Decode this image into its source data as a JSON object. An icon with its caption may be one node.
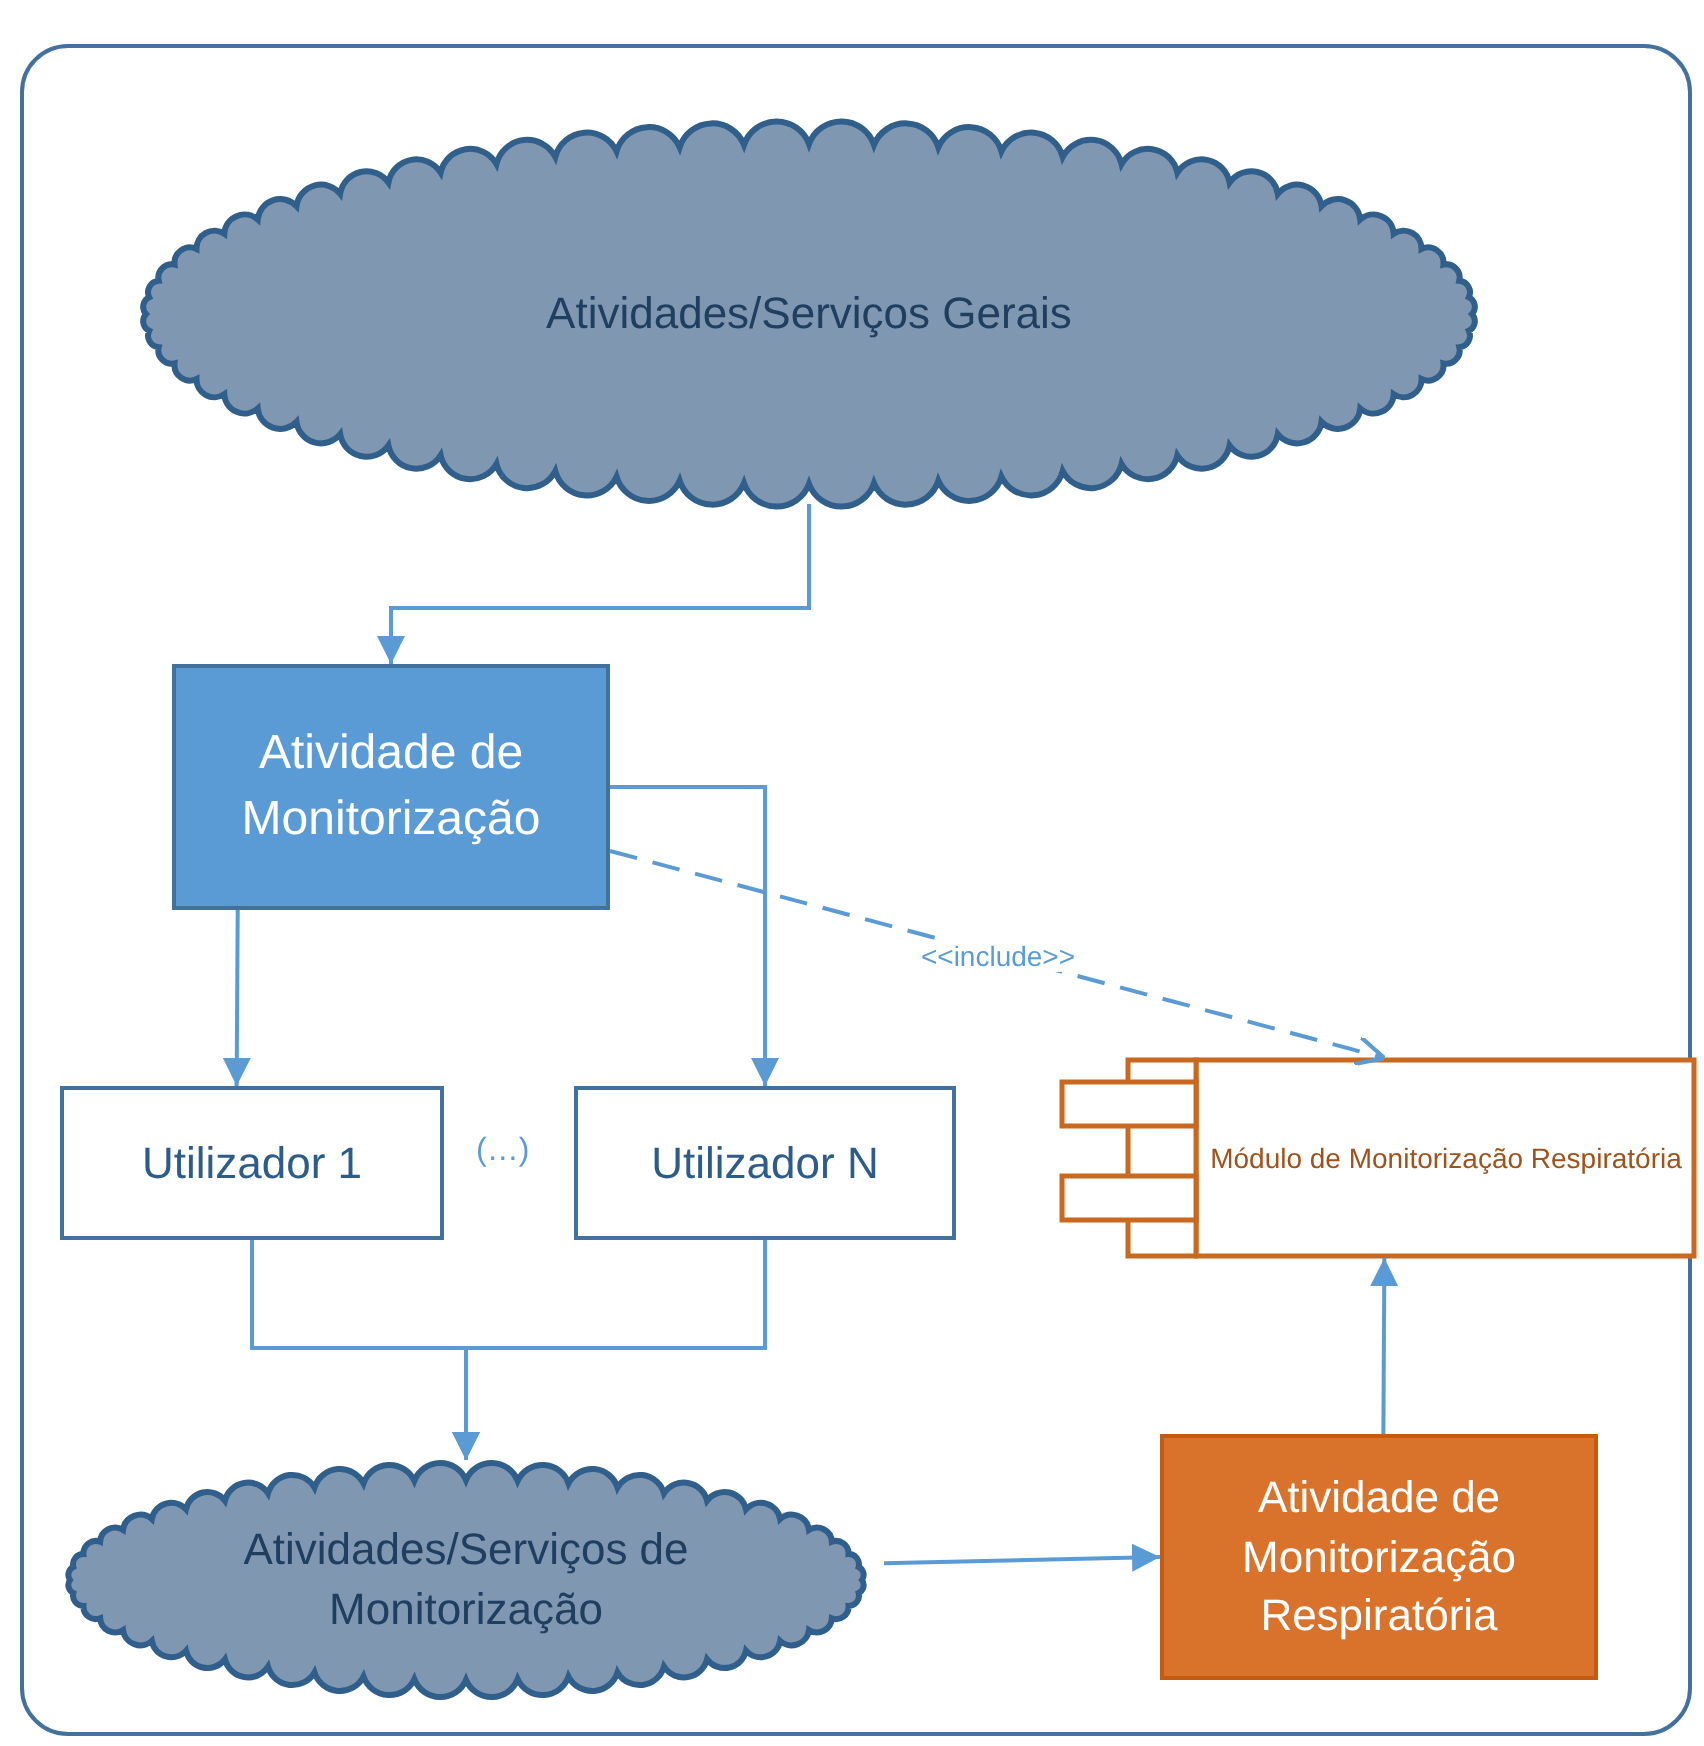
{
  "diagram": {
    "nodes": [
      {
        "text": [],
        "shape": "box"
      },
      {
        "text": [
          "Atividades/Serviços Gerais"
        ],
        "in": 0
      },
      {
        "text": [
          "Atividade de Monitorização"
        ],
        "in": 0
      },
      {
        "text": [
          "Utilizador 1"
        ],
        "in": 0
      },
      {
        "text": [
          "Utilizador N"
        ],
        "in": 0
      },
      {
        "text": [
          "Módulo de Monitorização Respiratória"
        ],
        "in": 0
      },
      {
        "text": [
          "Atividades/Serviços de Monitorização"
        ],
        "in": 0
      },
      {
        "text": [
          "Atividade de Monitorização Respiratória"
        ],
        "in": 0
      }
    ],
    "edges": [
      {
        "from": 1,
        "to": 2,
        "arrow": "to"
      },
      {
        "from": 2,
        "to": 3,
        "arrow": "to"
      },
      {
        "from": 2,
        "to": 4,
        "arrow": "to"
      },
      {
        "from": 2,
        "to": 5,
        "arrow": "to",
        "style": "dashed",
        "label": "<<include>>"
      },
      {
        "from": 3,
        "to": 6,
        "arrow": "to"
      },
      {
        "from": 4,
        "to": 6,
        "arrow": "to"
      },
      {
        "from": 6,
        "to": 7,
        "arrow": "to"
      },
      {
        "from": 7,
        "to": 5,
        "arrow": "to"
      }
    ],
    "labels": [
      "(…)"
    ]
  }
}
